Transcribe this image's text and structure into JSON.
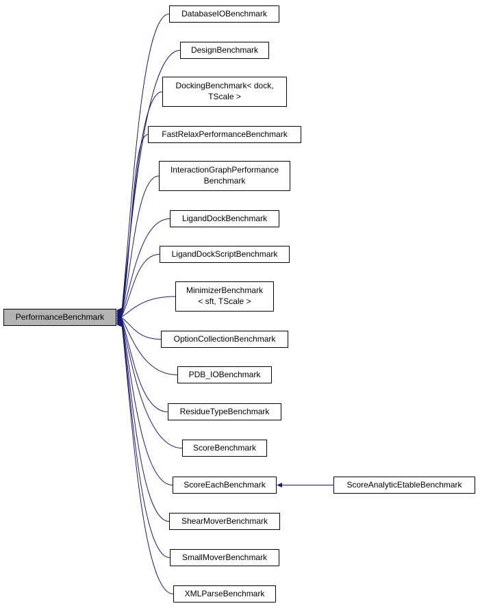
{
  "diagram": {
    "type": "inheritance-graph",
    "root_class": "PerformanceBenchmark",
    "colors": {
      "edge": "#191970",
      "node_border": "#000000",
      "node_fill": "#ffffff",
      "root_fill": "#b4b4b4"
    },
    "nodes": [
      {
        "id": "DatabaseIOBenchmark",
        "label": "DatabaseIOBenchmark"
      },
      {
        "id": "DesignBenchmark",
        "label": "DesignBenchmark"
      },
      {
        "id": "DockingBenchmark",
        "label": "DockingBenchmark< dock,\nTScale >"
      },
      {
        "id": "FastRelaxPerformanceBenchmark",
        "label": "FastRelaxPerformanceBenchmark"
      },
      {
        "id": "InteractionGraphPerformanceBenchmark",
        "label": "InteractionGraphPerformance\nBenchmark"
      },
      {
        "id": "LigandDockBenchmark",
        "label": "LigandDockBenchmark"
      },
      {
        "id": "LigandDockScriptBenchmark",
        "label": "LigandDockScriptBenchmark"
      },
      {
        "id": "MinimizerBenchmark",
        "label": "MinimizerBenchmark\n< sft, TScale >"
      },
      {
        "id": "PerformanceBenchmark",
        "label": "PerformanceBenchmark"
      },
      {
        "id": "OptionCollectionBenchmark",
        "label": "OptionCollectionBenchmark"
      },
      {
        "id": "PDB_IOBenchmark",
        "label": "PDB_IOBenchmark"
      },
      {
        "id": "ResidueTypeBenchmark",
        "label": "ResidueTypeBenchmark"
      },
      {
        "id": "ScoreBenchmark",
        "label": "ScoreBenchmark"
      },
      {
        "id": "ScoreEachBenchmark",
        "label": "ScoreEachBenchmark"
      },
      {
        "id": "ScoreAnalyticEtableBenchmark",
        "label": "ScoreAnalyticEtableBenchmark"
      },
      {
        "id": "ShearMoverBenchmark",
        "label": "ShearMoverBenchmark"
      },
      {
        "id": "SmallMoverBenchmark",
        "label": "SmallMoverBenchmark"
      },
      {
        "id": "XMLParseBenchmark",
        "label": "XMLParseBenchmark"
      }
    ],
    "edges": [
      {
        "from": "DatabaseIOBenchmark",
        "to": "PerformanceBenchmark"
      },
      {
        "from": "DesignBenchmark",
        "to": "PerformanceBenchmark"
      },
      {
        "from": "DockingBenchmark",
        "to": "PerformanceBenchmark"
      },
      {
        "from": "FastRelaxPerformanceBenchmark",
        "to": "PerformanceBenchmark"
      },
      {
        "from": "InteractionGraphPerformanceBenchmark",
        "to": "PerformanceBenchmark"
      },
      {
        "from": "LigandDockBenchmark",
        "to": "PerformanceBenchmark"
      },
      {
        "from": "LigandDockScriptBenchmark",
        "to": "PerformanceBenchmark"
      },
      {
        "from": "MinimizerBenchmark",
        "to": "PerformanceBenchmark"
      },
      {
        "from": "OptionCollectionBenchmark",
        "to": "PerformanceBenchmark"
      },
      {
        "from": "PDB_IOBenchmark",
        "to": "PerformanceBenchmark"
      },
      {
        "from": "ResidueTypeBenchmark",
        "to": "PerformanceBenchmark"
      },
      {
        "from": "ScoreBenchmark",
        "to": "PerformanceBenchmark"
      },
      {
        "from": "ScoreEachBenchmark",
        "to": "PerformanceBenchmark"
      },
      {
        "from": "ShearMoverBenchmark",
        "to": "PerformanceBenchmark"
      },
      {
        "from": "SmallMoverBenchmark",
        "to": "PerformanceBenchmark"
      },
      {
        "from": "XMLParseBenchmark",
        "to": "PerformanceBenchmark"
      },
      {
        "from": "ScoreAnalyticEtableBenchmark",
        "to": "ScoreEachBenchmark"
      }
    ]
  }
}
